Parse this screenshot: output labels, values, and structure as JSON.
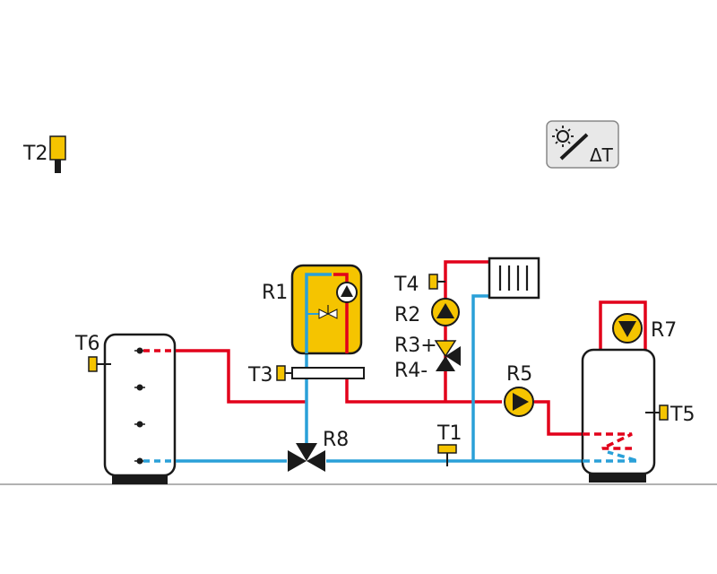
{
  "colors": {
    "hot": "#e2001a",
    "cold": "#2aa0d8",
    "sensor": "#f5c400",
    "boiler": "#f5c400",
    "outline": "#1a1a1a",
    "ground": "#999999"
  },
  "mode_button": {
    "icon": "solar-delta-t-icon",
    "label": "ΔT"
  },
  "labels": {
    "T1": "T1",
    "T2": "T2",
    "T3": "T3",
    "T4": "T4",
    "T5": "T5",
    "T6": "T6",
    "R1": "R1",
    "R2": "R2",
    "R3": "R3+",
    "R4": "R4-",
    "R5": "R5",
    "R7": "R7",
    "R8": "R8"
  },
  "components": [
    {
      "id": "boiler",
      "icon": "boiler-icon"
    },
    {
      "id": "buffer-tank",
      "icon": "storage-tank-icon"
    },
    {
      "id": "dhw-tank",
      "icon": "hot-water-tank-icon"
    },
    {
      "id": "radiator",
      "icon": "radiator-icon"
    }
  ]
}
